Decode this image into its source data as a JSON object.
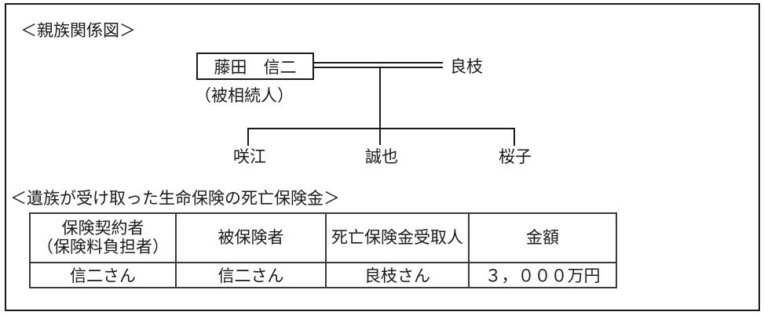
{
  "colors": {
    "background": "#ffffff",
    "line": "#1a1a1a",
    "table_border": "#3a3a3a"
  },
  "family_diagram": {
    "heading": "＜親族関係図＞",
    "decedent": {
      "name": "藤田　信二",
      "role_label": "（被相続人）"
    },
    "spouse_name": "良枝",
    "children": [
      "咲江",
      "誠也",
      "桜子"
    ]
  },
  "insurance_section": {
    "heading": "＜遺族が受け取った生命保険の死亡保険金＞",
    "table": {
      "headers": {
        "contractor_line1": "保険契約者",
        "contractor_line2": "（保険料負担者）",
        "insured": "被保険者",
        "beneficiary": "死亡保険金受取人",
        "amount": "金額"
      },
      "row": {
        "contractor": "信二さん",
        "insured": "信二さん",
        "beneficiary": "良枝さん",
        "amount": "３，０００万円"
      }
    }
  }
}
